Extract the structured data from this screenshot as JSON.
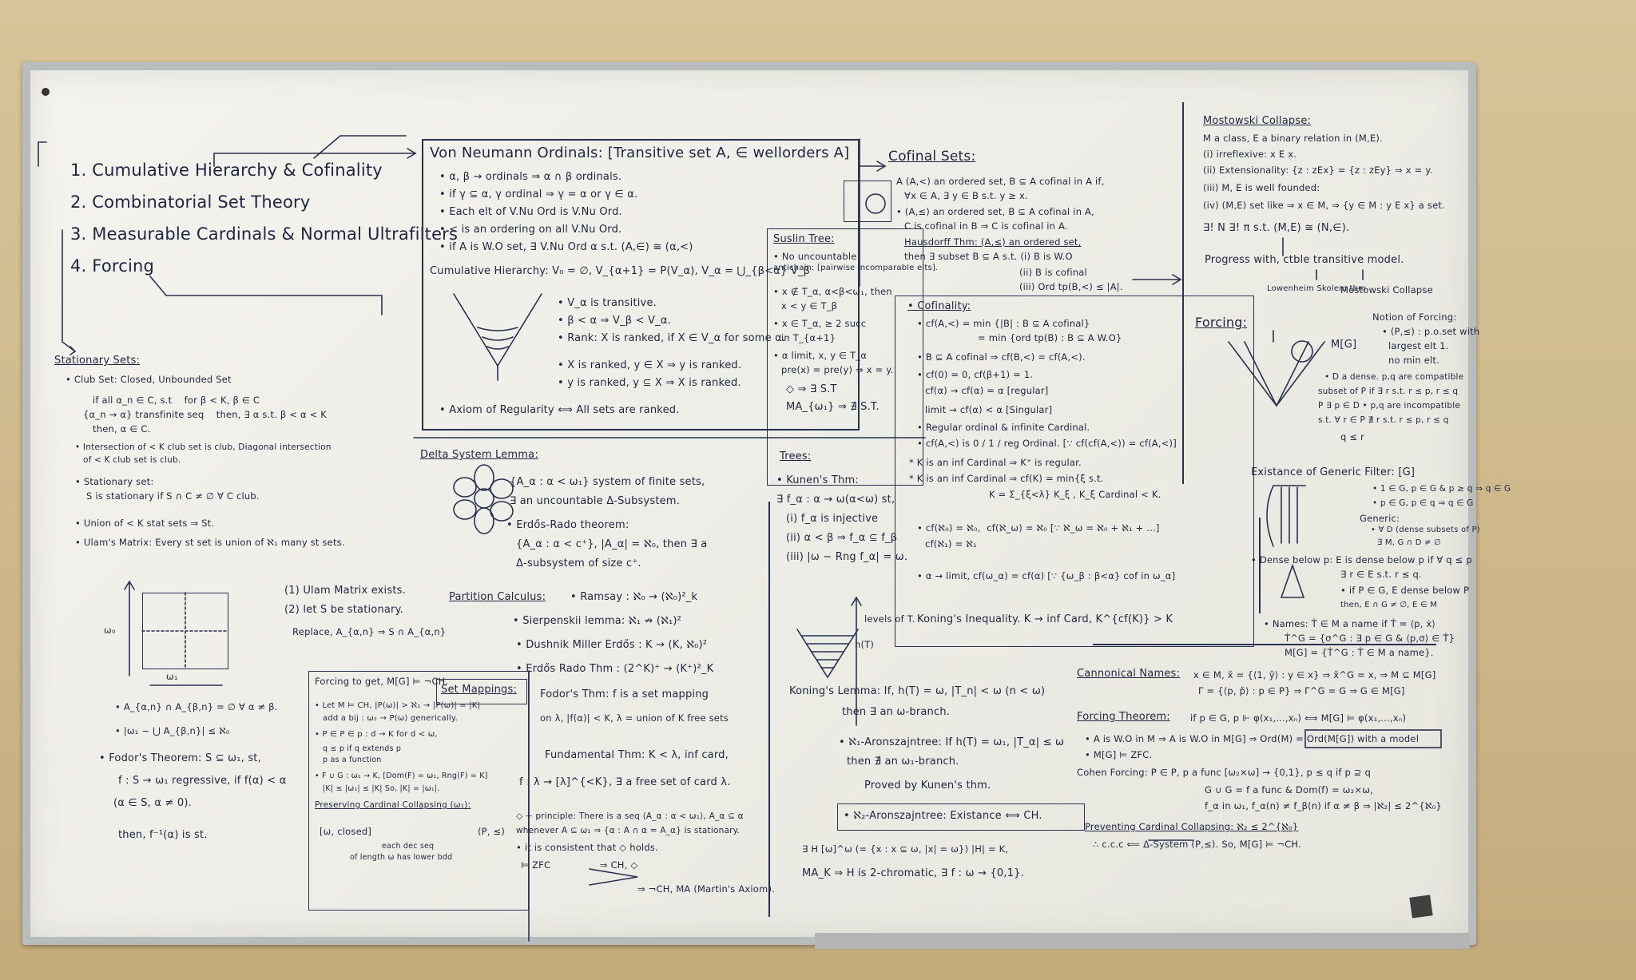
{
  "outline": {
    "items": [
      "1. Cumulative Hierarchy & Cofinality",
      "2. Combinatorial Set Theory",
      "3. Measurable Cardinals & Normal Ultrafilters",
      "4. Forcing"
    ]
  },
  "von_neumann": {
    "title": "Von Neumann Ordinals: [Transitive set A, ∈ wellorders A]",
    "lines": [
      "• α, β → ordinals ⇒ α ∩ β ordinals.",
      "• if γ ⊆ α, γ ordinal ⇒ γ = α or γ ∈ α.",
      "• Each elt of V.Nu Ord is V.Nu Ord.",
      "• < is an ordering on all V.Nu Ord.",
      "• if A is W.O set, ∃ V.Nu Ord α s.t. (A,∈) ≅ (α,<)"
    ],
    "cumulative": "Cumulative Hierarchy: V₀ = ∅, V_{α+1} = P(V_α), V_α = ⋃_{β<α} V_β",
    "cum_lines": [
      "• V_α is transitive.",
      "• β < α ⇒ V_β < V_α.",
      "• Rank: X is ranked, if X ∈ V_α for some α.",
      "• X is ranked, y ∈ X ⇒ y is ranked.",
      "• y is ranked, y ⊆ X ⇒ X is ranked."
    ],
    "regularity": "• Axiom of Regularity ⟺ All sets are ranked."
  },
  "suslin": {
    "title": "Suslin Tree:",
    "lines": [
      "• No uncountable",
      "antichain: [pairwise incomparable elts].",
      "• x ∉ T_α, α<β<ω₁, then",
      "x < y ∈ T_β",
      "• x ∈ T_α, ≥ 2 succ",
      "in T_{α+1}",
      "• α limit, x, y ∈ T_α",
      "pre(x) = pre(y) ⇒ x = y.",
      "◇ ⇒ ∃ S.T",
      "MA_{ω₁} ⇒ ∄ S.T."
    ]
  },
  "cofinal": {
    "title": "Cofinal Sets:",
    "lines": [
      "A (A,<) an ordered set, B ⊆ A cofinal in A if,",
      "∀x ∈ A, ∃ y ∈ B s.t. y ≥ x.",
      "• (A,≤) an ordered set, B ⊆ A cofinal in A,",
      "C is cofinal in B ⇒ C is cofinal in A.",
      "Hausdorff Thm: (A,≤) an ordered set,",
      "then ∃ subset B ⊆ A s.t. (i) B is W.O",
      "(ii) B is cofinal",
      "(iii) Ord tp(B,<) ≤ |A|."
    ]
  },
  "cofinality": {
    "title": "• Cofinality:",
    "lines": [
      "• cf(A,<) = min {|B| : B ⊆ A cofinal}",
      "= min {ord tp(B) : B ⊆ A W.O}",
      "• B ⊆ A cofinal ⇒ cf(B,<) = cf(A,<).",
      "• cf(0) = 0, cf(β+1) = 1.",
      "cf(α) → cf(α) = α [regular]",
      "limit → cf(α) < α [Singular]",
      "• Regular ordinal & infinite Cardinal.",
      "• cf(A,<) is 0 / 1 / reg Ordinal. [∵ cf(cf(A,<)) = cf(A,<)]",
      "* K is an inf Cardinal ⇒ K⁺ is regular.",
      "* K is an inf Cardinal ⇒ cf(K) = min{ξ s.t.",
      "K = Σ_{ξ<λ} K_ξ , K_ξ Cardinal < K.",
      "• cf(ℵ₀) = ℵ₀,  cf(ℵ_ω) = ℵ₀ [∵ ℵ_ω = ℵ₀ + ℵ₁ + ...]",
      "cf(ℵ₁) = ℵ₁",
      "• α → limit, cf(ω_α) = cf(α) [∵ {ω_β : β<α} cof in ω_α]",
      "Koning's Inequality. K → inf Card, K^{cf(K)} > K"
    ]
  },
  "mostowski": {
    "title": "Mostowski Collapse:",
    "lines": [
      "M a class, E a binary relation in (M,E).",
      "(i) irreflexive: x E x.",
      "(ii) Extensionality: {z : zEx} = {z : zEy} ⇒ x = y.",
      "(iii) M, E is well founded:",
      "(iv) (M,E) set like ⇒ x ∈ M, ⇒ {y ∈ M : y E x} a set.",
      "∃! N ∃! π s.t. (M,E) ≅ (N,∈)."
    ],
    "progress": "Progress with, ctble transitive model.",
    "lowenheim": "Lowenheim Skolem thm",
    "collapse": "Mostowski Collapse"
  },
  "forcing": {
    "title": "Forcing:",
    "notion": "Notion of Forcing:",
    "notion_lines": [
      "• (P,≤) : p.o.set with",
      "largest elt 1.",
      "no min elt.",
      "• D a dense. p,q are compatible",
      "subset of P if ∃ r s.t. r ≤ p, r ≤ q",
      "P ∃ p ∈ D • p,q are incompatible",
      "s.t. ∀ r ∈ P ∄ r s.t. r ≤ p, r ≤ q",
      "q ≤ r"
    ],
    "generic_title": "Existance of Generic Filter: [G]",
    "generic_lines": [
      "• 1 ∈ G, p ∈ G & p ≥ q ⇒ q ∈ G",
      "• p ∈ G, p ∈ q ⇒ q ∈ G",
      "Generic:",
      "• ∀ D (dense subsets of P)",
      "∃ M, G ∩ D ≠ ∅",
      "• Dense below p: E is dense below p if ∀ q ≤ p",
      "∃ r ∈ E s.t. r ≤ q.",
      "• if P ∈ G, E dense below P",
      "then, E ∩ G ≠ ∅, E ∈ M",
      "• Names: Ṫ ∈ M a name if Ṫ = ⟨p, ẋ⟩",
      "Ṫ^G = {σ^G : ∃ p ∈ G & ⟨p,σ⟩ ∈ Ṫ}",
      "M[G] = {Ṫ^G : Ṫ ∈ M a name}."
    ],
    "mg": "M[G]"
  },
  "canonical": {
    "title": "Cannonical Names:",
    "lines": [
      "x ∈ M, x̌ = {⟨1, y̌⟩ : y ∈ x} ⇒ x̌^G = x, ⇒ M ⊆ M[G]",
      "Γ = {⟨p, p̌⟩ : p ∈ P} ⇒ Γ^G = G ⇒ G ∈ M[G]"
    ],
    "theorem_title": "Forcing Theorem:",
    "theorem": "if p ∈ G, p ⊩ φ(x₁,...,xₙ) ⟺ M[G] ⊨ φ(x₁,...,xₙ)",
    "theorem_lines": [
      "• A is W.O in M ⇒ A is W.O in M[G] ⇒ Ord(M) = Ord(M[G]) with a model",
      "• M[G] ⊨ ZFC."
    ],
    "cohen": "Cohen Forcing: P ∈ P, p a func [ω₂×ω] → {0,1}, p ≤ q if p ⊇ q",
    "cohen_lines": [
      "G ∪ G = f a func & Dom(f) = ω₂×ω,",
      "f_α in ω₁, f_α(n) ≠ f_β(n) if α ≠ β ⇒ |ℵ₂| ≤ 2^{ℵ₀}",
      "Preventing Cardinal Collapsing: ℵ₂ ≤ 2^{ℵ₀}",
      "∴ c.c.c ⟸ Δ-System (P,≤). So, M[G] ⊨ ¬CH."
    ]
  },
  "stationary": {
    "title": "Stationary Sets:",
    "club": "• Club Set: Closed, Unbounded Set",
    "club_lines": [
      "if all α_n ∈ C, s.t    for β < K, β ∈ C",
      "{α_n → α} transfinite seq    then, ∃ α s.t. β < α < K",
      "then, α ∈ C.",
      "• Intersection of < K club set is club, Diagonal intersection",
      "of < K club set is club.",
      "• Stationary set:",
      "S is stationary if S ∩ C ≠ ∅ ∀ C club.",
      "• Union of < K stat sets ⇒ St.",
      "• Ulam's Matrix: Every st set is union of ℵ₁ many st sets."
    ],
    "ulam_lines": [
      "(1) Ulam Matrix exists.",
      "(2) let S be stationary.",
      "Replace, A_{α,n} ⇒ S ∩ A_{α,n}"
    ],
    "matrix_lines": [
      "• A_{α,n} ∩ A_{β,n} = ∅ ∀ α ≠ β.",
      "• |ω₁ − ⋃ A_{β,n}| ≤ ℵ₀",
      "• Fodor's Theorem: S ⊆ ω₁, st,",
      "f : S → ω₁ regressive, if f(α) < α",
      "(α ∈ S, α ≠ 0).",
      "then, f⁻¹(α) is st."
    ],
    "omega1": "ω₁",
    "omega0": "ω₀"
  },
  "delta": {
    "title": "Delta System Lemma:",
    "lines": [
      "{A_α : α < ω₁} system of finite sets,",
      "∃ an uncountable Δ-Subsystem.",
      "• Erdős-Rado theorem:",
      "{A_α : α < c⁺}, |A_α| = ℵ₀, then ∃ a",
      "Δ-subsystem of size c⁺."
    ],
    "partition": "Partition Calculus:",
    "partition_lines": [
      "• Ramsay : ℵ₀ → (ℵ₀)²_k",
      "• Sierpenskii lemma: ℵ₁ ↛ (ℵ₁)²",
      "• Dushnik Miller Erdős : K → (K, ℵ₀)²",
      "• Erdős Rado Thm : (2^K)⁺ → (K⁺)²_K"
    ],
    "set_mappings": "Set Mappings:",
    "set_lines": [
      "Fodor's Thm: f is a set mapping",
      "on λ, |f(α)| < K, λ = union of K free sets",
      "Fundamental Thm: K < λ, inf card,",
      "f : λ → [λ]^{<K}, ∃ a free set of card λ."
    ],
    "diamond": [
      "◇ − principle: There is a seq ⟨A_α : α < ω₁⟩, A_α ⊆ α",
      "whenever A ⊆ ω₁ ⇒ {α : A ∩ α = A_α} is stationary.",
      "• it is consistent that ◇ holds.",
      "⊨ ZFC                ⇒ CH, ◇",
      "⇒ ¬CH, MA (Martin's Axiom)."
    ]
  },
  "trees": {
    "title": "Trees:",
    "lines": [
      "• Kunen's Thm:",
      "∃ f_α : α → ω(α<ω) st,",
      "(i) f_α is injective",
      "(ii) α < β ⇒ f_α ⊆ f_β",
      "(iii) |ω − Rng f_α| = ω."
    ],
    "levels": "levels of T.",
    "height": "h(T)",
    "koning": "Koning's Lemma: If, h(T) = ω, |T_n| < ω (n < ω)",
    "koning2": "then ∃ an ω-branch.",
    "aronszajn": [
      "• ℵ₁-Aronszajntree: If h(T) = ω₁, |T_α| ≤ ω",
      "then ∄ an ω₁-branch.",
      "Proved by Kunen's thm."
    ],
    "aronszajn2": "• ℵ₂-Aronszajntree: Existance ⟺ CH.",
    "ma_lines": [
      "∃ H [ω]^ω (= {x : x ⊆ ω, |x| = ω}) |H| = K,",
      "MA_K ⇒ H is 2-chromatic, ∃ f : ω → {0,1}."
    ]
  },
  "forcing_get": {
    "title": "Forcing to get, M[G] ⊨ ¬CH.",
    "lines": [
      "• Let M ⊨ CH, |P(ω)| > ℵ₁ → |P(ω)| = |K|",
      "add a bij : ω₂ → P(ω) generically.",
      "• P ∈ P ∈ p : d → K for d < ω,",
      "q ≤ p if q extends p",
      "p as a function",
      "• F ∪ G : ω₁ → K, [Dom(F) = ω₁, Rng(F) = K]",
      "|K| ≤ |ω₁| ≤ |K| So, |K| = |ω₁|."
    ],
    "preserving": "Preserving Cardinal Collapsing (ω₁):",
    "preserving_lines": [
      "[ω, closed]",
      "each dec seq",
      "of length ω has lower bdd"
    ],
    "ps": "(P, ≤)"
  }
}
